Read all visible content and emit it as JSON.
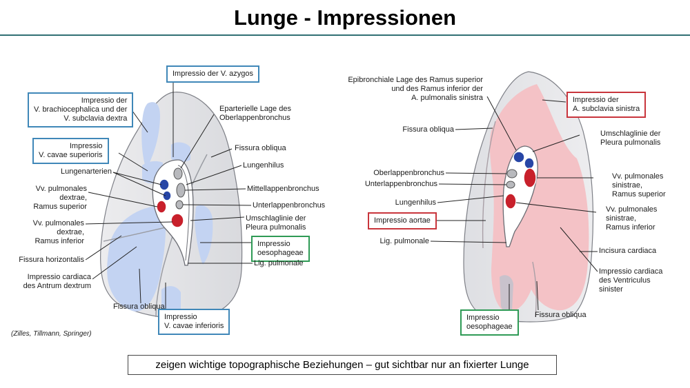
{
  "title": "Lunge - Impressionen",
  "footer_text": "zeigen wichtige topographische Beziehungen – gut sichtbar nur an fixierter Lunge",
  "credit": "(Zilles, Tillmann, Springer)",
  "colors": {
    "title_rule": "#2f6f73",
    "blue_box": "#3f87b8",
    "green_box": "#2e9a55",
    "red_box": "#c8343b",
    "impression_blue": "#c3d3f2",
    "impression_pink": "#f4c2c6",
    "vein": "#c8202b",
    "artery": "#2746a6"
  },
  "right_lung": {
    "labels": {
      "azygos": "Impressio der V. azygos",
      "brachio": "Impressio der\nV. brachiocephalica und der\nV. subclavia dextra",
      "cava_sup": "Impressio\nV. cavae superioris",
      "eparteriell": "Eparterielle Lage des\nOberlappenbronchus",
      "fissura_obl_top": "Fissura obliqua",
      "lungenhilus": "Lungenhilus",
      "lungenarterien": "Lungenarterien",
      "vv_sup": "Vv. pulmonales\ndextrae,\nRamus superior",
      "vv_inf": "Vv. pulmonales\ndextrae,\nRamus inferior",
      "mittellappen": "Mittellappenbronchus",
      "unterlappen": "Unterlappenbronchus",
      "umschlag": "Umschlaglinie der\nPleura pulmonalis",
      "oesophageae": "Impressio\noesophageae",
      "lig_pulm": "Lig. pulmonale",
      "fissura_hor": "Fissura horizontalis",
      "cardiaca": "Impressio cardiaca\ndes Antrum dextrum",
      "fissura_obl_bottom": "Fissura obliqua",
      "cava_inf": "Impressio\nV. cavae inferioris"
    }
  },
  "left_lung": {
    "labels": {
      "epibronchial": "Epibronchiale Lage des Ramus superior\nund des Ramus inferior der\nA. pulmonalis sinistra",
      "subclavia": "Impressio der\nA. subclavia sinistra",
      "fissura_obl_top": "Fissura obliqua",
      "umschlag": "Umschlaglinie der\nPleura pulmonalis",
      "oberlappen": "Oberlappenbronchus",
      "unterlappen": "Unterlappenbronchus",
      "vv_sup": "Vv. pulmonales\nsinistrae,\nRamus superior",
      "lungenhilus": "Lungenhilus",
      "vv_inf": "Vv. pulmonales\nsinistrae,\nRamus inferior",
      "aortae": "Impressio aortae",
      "lig_pulm": "Lig. pulmonale",
      "incisura": "Incisura cardiaca",
      "cardiaca": "Impressio cardiaca\ndes Ventriculus\nsinister",
      "oesophageae": "Impressio\noesophageae",
      "fissura_obl_bottom": "Fissura obliqua"
    }
  }
}
